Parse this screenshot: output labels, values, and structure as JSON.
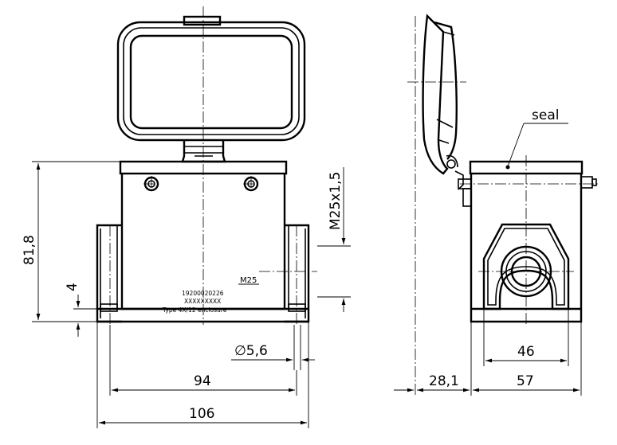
{
  "labels": {
    "seal": "seal",
    "thread_vertical": "M25x1,5",
    "thread_front": "M25",
    "part_number": "19200020226",
    "serial_mask": "XXXXXXXXX",
    "enclosure_type": "Type 4X/12 enclosure"
  },
  "dimensions": {
    "height": "81,8",
    "foot": "4",
    "hole_diameter": "∅5,6",
    "inner_width": "94",
    "outer_width": "106",
    "side_offset": "28,1",
    "side_width": "57",
    "side_inner": "46"
  }
}
